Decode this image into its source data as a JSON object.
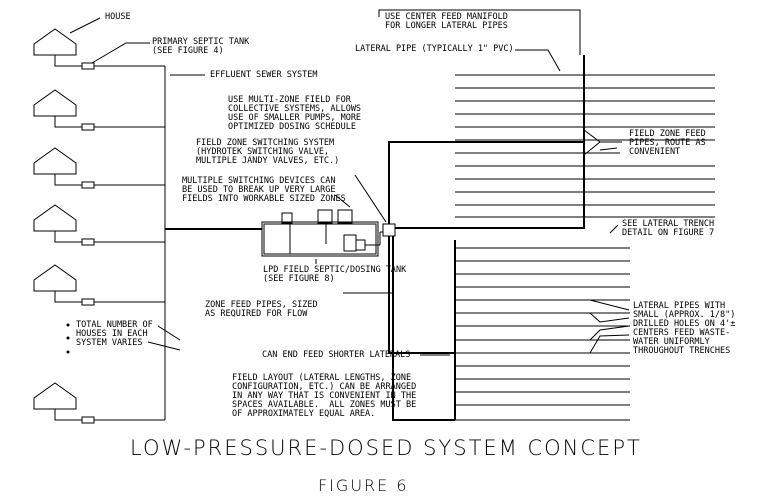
{
  "labels": {
    "house": "HOUSE",
    "primary_tank": "PRIMARY SEPTIC TANK\n(SEE FIGURE 4)",
    "effluent_sewer": "EFFLUENT SEWER SYSTEM",
    "multi_zone": "USE MULTI-ZONE FIELD FOR\nCOLLECTIVE SYSTEMS, ALLOWS\nUSE OF SMALLER PUMPS, MORE\nOPTIMIZED DOSING SCHEDULE",
    "zone_switching": "FIELD ZONE SWITCHING SYSTEM\n(HYDROTEK SWITCHING VALVE,\nMULTIPLE JANDY VALVES, ETC.)",
    "multiple_switching": "MULTIPLE SWITCHING DEVICES CAN\nBE USED TO BREAK UP VERY LARGE\nFIELDS INTO WORKABLE SIZED ZONES",
    "lpd_tank": "LPD FIELD SEPTIC/DOSING TANK\n(SEE FIGURE 8)",
    "zone_feed_sized": "ZONE FEED PIPES, SIZED\nAS REQUIRED FOR FLOW",
    "total_houses": "TOTAL NUMBER OF\nHOUSES IN EACH\nSYSTEM VARIES",
    "end_feed": "CAN END FEED SHORTER LATERALS",
    "field_layout": "FIELD LAYOUT (LATERAL LENGTHS, ZONE\nCONFIGURATION, ETC.) CAN BE ARRANGED\nIN ANY WAY THAT IS CONVENIENT IN THE\nSPACES AVAILABLE.  ALL ZONES MUST BE\nOF APPROXIMATELY EQUAL AREA.",
    "center_feed": "USE CENTER FEED MANIFOLD\nFOR LONGER LATERAL PIPES",
    "lateral_pipe": "LATERAL PIPE (TYPICALLY 1\" PVC)",
    "field_zone_feed": "FIELD ZONE FEED\nPIPES, ROUTE AS\nCONVENIENT",
    "lateral_trench": "SEE LATERAL TRENCH\nDETAIL ON FIGURE 7",
    "lateral_holes": "LATERAL PIPES WITH\nSMALL (APPROX. 1/8\")\nDRILLED HOLES ON 4'±\nCENTERS FEED WASTE-\nWATER UNIFORMLY\nTHROUGHOUT TRENCHES"
  },
  "title": "LOW-PRESSURE-DOSED SYSTEM CONCEPT",
  "subtitle": "FIGURE 6"
}
